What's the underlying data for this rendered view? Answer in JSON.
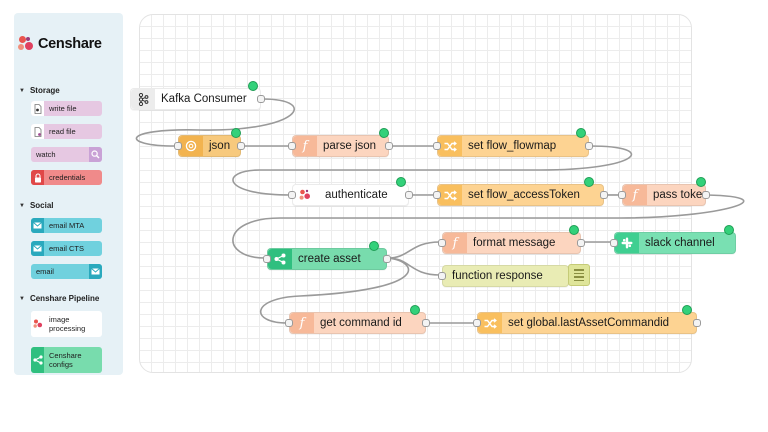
{
  "colors": {
    "function": "#fcd5bf",
    "function_icon": "#f7b999",
    "change": "#fdd392",
    "change_icon": "#f9bf5e",
    "json": "#f7c97d",
    "json_icon": "#f2b34f",
    "slack": "#79e0b2",
    "slack_icon": "#3fcf91",
    "censhare": "#78dcad",
    "debug": "#e9ecb4",
    "status_ok": "#33d17a",
    "wire": "#9a9a9a"
  },
  "brand": {
    "name": "Censhare",
    "icon": "censhare-logo-icon"
  },
  "palette": {
    "categories": [
      {
        "label": "Storage",
        "items": [
          {
            "label": "write file",
            "icon": "file-write-icon"
          },
          {
            "label": "read file",
            "icon": "file-read-icon"
          },
          {
            "label": "watch",
            "icon": "search-icon"
          },
          {
            "label": "credentials",
            "icon": "lock-icon"
          }
        ]
      },
      {
        "label": "Social",
        "items": [
          {
            "label": "email MTA",
            "icon": "envelope-icon"
          },
          {
            "label": "email CTS",
            "icon": "envelope-icon"
          },
          {
            "label": "email",
            "icon": "envelope-icon"
          }
        ]
      },
      {
        "label": "Censhare Pipeline",
        "items": [
          {
            "label": "image processing",
            "icon": "censhare-logo-icon"
          },
          {
            "label": "Censhare configs",
            "icon": "share-icon"
          }
        ]
      }
    ]
  },
  "flow": {
    "nodes": {
      "kafka": "Kafka Consumer",
      "json": "json",
      "parse_json": "parse json",
      "set_flowmap": "set flow_flowmap",
      "authenticate": "authenticate",
      "set_token": "set flow_accessToken",
      "pass_token": "pass token",
      "create_asset": "create asset",
      "format_message": "format message",
      "slack_channel": "slack channel",
      "function_response": "function response",
      "get_command_id": "get command id",
      "set_global": "set global.lastAssetCommandid"
    },
    "icons": {
      "kafka": "kafka-icon",
      "json": "json-icon",
      "function": "function-icon",
      "change": "shuffle-icon",
      "censhare": "censhare-logo-icon",
      "share": "share-icon",
      "slack": "slack-icon",
      "debug": "list-icon"
    }
  }
}
